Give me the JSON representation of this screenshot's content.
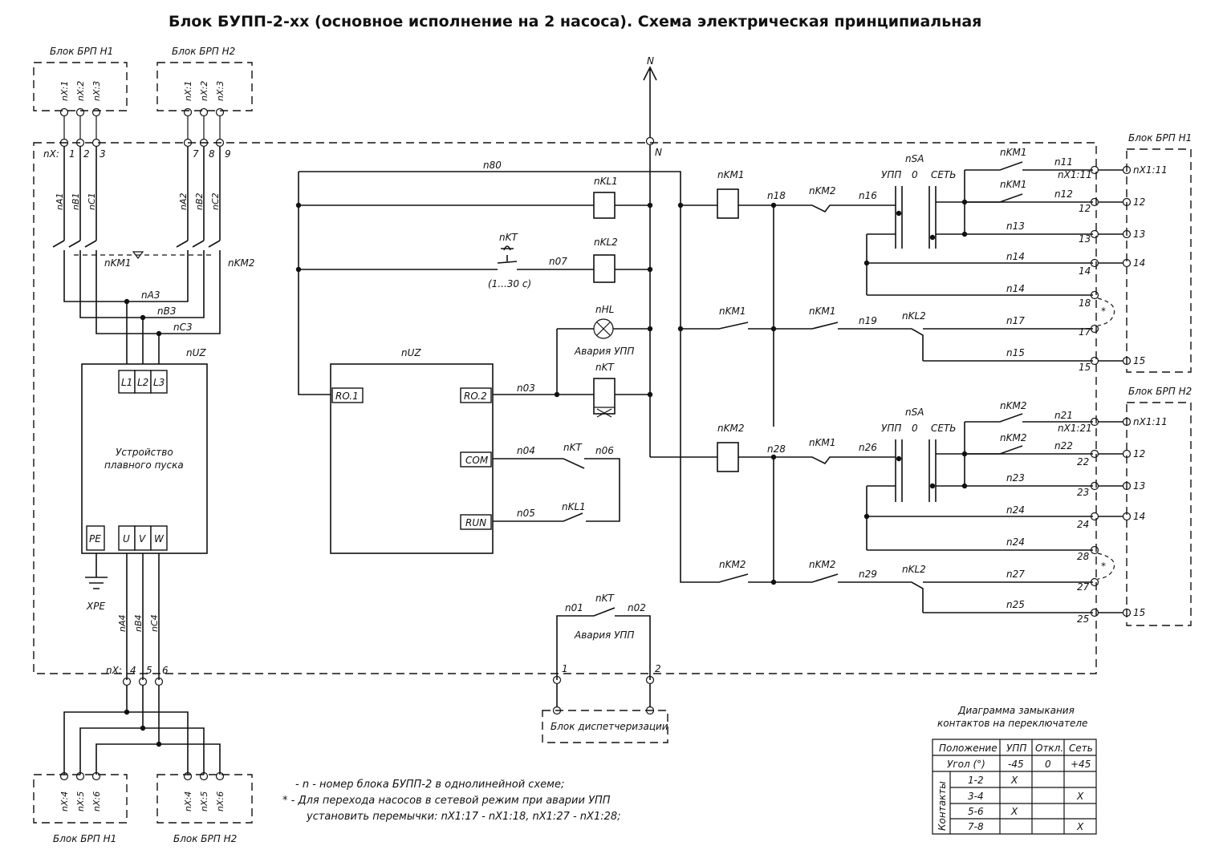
{
  "title": "Блок БУПП-2-хх (основное исполнение на 2 насоса). Схема электрическая принципиальная",
  "blocks": {
    "brp_h1": "Блок БРП Н1",
    "brp_h2": "Блок БРП Н2",
    "dispatch": "Блок диспетчеризации"
  },
  "terminals": {
    "nx1": "nX:1",
    "nx2": "nX:2",
    "nx3": "nX:3",
    "nx4": "nX:4",
    "nx5": "nX:5",
    "nx6": "nX:6",
    "nx_prefix": "nX:",
    "n1": "1",
    "n2": "2",
    "n3": "3",
    "n4": "4",
    "n5": "5",
    "n6": "6",
    "n7": "7",
    "n8": "8",
    "n9": "9",
    "N": "N",
    "nX1_11": "nX1:11",
    "nX1_21": "nX1:21",
    "t11": "nX1:11",
    "t12": "12",
    "t13": "13",
    "t14": "14",
    "t15": "15",
    "t17": "17",
    "t18": "18",
    "t22": "22",
    "t23": "23",
    "t24": "24",
    "t25": "25",
    "t27": "27",
    "t28": "28",
    "d1": "1",
    "d2": "2"
  },
  "wires": {
    "nA1": "nA1",
    "nB1": "nB1",
    "nC1": "nC1",
    "nA2": "nA2",
    "nB2": "nB2",
    "nC2": "nC2",
    "nA3": "nA3",
    "nB3": "nB3",
    "nC3": "nC3",
    "nA4": "nA4",
    "nB4": "nB4",
    "nC4": "nC4",
    "n80": "n80",
    "n07": "n07",
    "n03": "n03",
    "n04": "n04",
    "n05": "n05",
    "n06": "n06",
    "n18": "n18",
    "n16": "n16",
    "n19": "n19",
    "n11": "n11",
    "n12": "n12",
    "n13": "n13",
    "n14": "n14",
    "n17": "n17",
    "n15": "n15",
    "n28": "n28",
    "n26": "n26",
    "n29": "n29",
    "n21": "n21",
    "n22": "n22",
    "n23": "n23",
    "n24": "n24",
    "n27": "n27",
    "n25": "n25",
    "n01": "n01",
    "n02": "n02"
  },
  "components": {
    "nKM1": "nKM1",
    "nKM2": "nKM2",
    "nKL1": "nKL1",
    "nKL2": "nKL2",
    "nKT": "nKT",
    "nHL": "nHL",
    "nSA": "nSA",
    "nUZ": "nUZ",
    "timer_range": "(1...30 с)",
    "alarm_upp": "Авария УПП",
    "sa_upp": "УПП",
    "sa_o": "0",
    "sa_net": "СЕТЬ",
    "ro1": "RO.1",
    "ro2": "RO.2",
    "com": "COM",
    "run": "RUN",
    "L1": "L1",
    "L2": "L2",
    "L3": "L3",
    "U": "U",
    "V": "V",
    "W": "W",
    "PE": "PE",
    "XPE": "XPE",
    "softstart_1": "Устройство",
    "softstart_2": "плавного пуска",
    "star": "*"
  },
  "notes": {
    "line1": "- n - номер блока БУПП-2 в однолинейной схеме;",
    "line2": "* - Для перехода насосов в сетевой режим при аварии УПП",
    "line3": "установить перемычки: nX1:17 - nX1:18, nX1:27 - nX1:28;"
  },
  "contact_table": {
    "caption1": "Диаграмма замыкания",
    "caption2": "контактов на переключателе",
    "header": [
      "Положение",
      "УПП",
      "Откл.",
      "Сеть"
    ],
    "angle_row": [
      "Угол (°)",
      "-45",
      "0",
      "+45"
    ],
    "side_label": "Контакты",
    "rows": [
      [
        "1-2",
        "X",
        "",
        ""
      ],
      [
        "3-4",
        "",
        "",
        "X"
      ],
      [
        "5-6",
        "X",
        "",
        ""
      ],
      [
        "7-8",
        "",
        "",
        "X"
      ]
    ]
  }
}
